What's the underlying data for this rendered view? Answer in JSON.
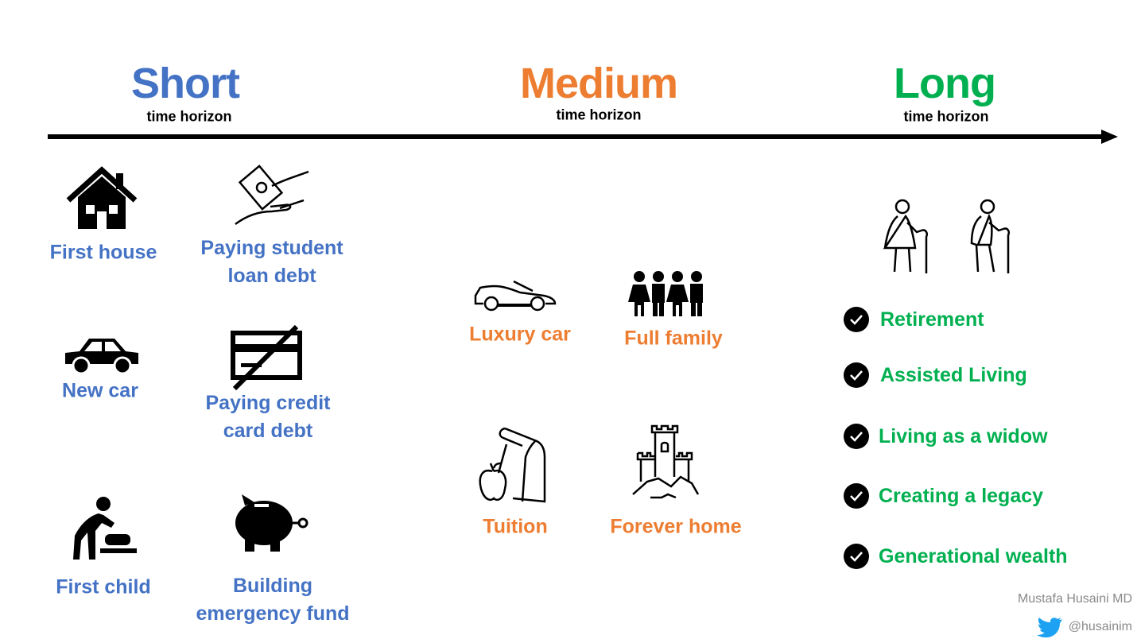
{
  "colors": {
    "short": "#4472C4",
    "medium": "#ED7D31",
    "long": "#00B050",
    "twitter": "#1DA1F2"
  },
  "horizons": [
    {
      "title": "Short",
      "subtitle": "time horizon"
    },
    {
      "title": "Medium",
      "subtitle": "time horizon"
    },
    {
      "title": "Long",
      "subtitle": "time horizon"
    }
  ],
  "short_goals": [
    {
      "label": "First house",
      "icon": "house-icon"
    },
    {
      "line1": "Paying student",
      "line2": "loan debt",
      "icon": "money-hand-icon"
    },
    {
      "label": "New car",
      "icon": "car-icon"
    },
    {
      "line1": "Paying credit",
      "line2": "card debt",
      "icon": "no-credit-card-icon"
    },
    {
      "label": "First child",
      "icon": "parent-baby-icon"
    },
    {
      "line1": "Building",
      "line2": "emergency fund",
      "icon": "piggy-bank-icon"
    }
  ],
  "medium_goals": [
    {
      "label": "Luxury car",
      "icon": "convertible-icon"
    },
    {
      "label": "Full family",
      "icon": "family-icon"
    },
    {
      "label": "Tuition",
      "icon": "lunch-bag-apple-icon"
    },
    {
      "label": "Forever home",
      "icon": "castle-icon"
    }
  ],
  "long_goals": [
    "Retirement",
    "Assisted Living",
    "Living as a widow",
    "Creating a legacy",
    "Generational wealth"
  ],
  "attribution": {
    "author": "Mustafa Husaini MD",
    "handle": "@husainim"
  }
}
